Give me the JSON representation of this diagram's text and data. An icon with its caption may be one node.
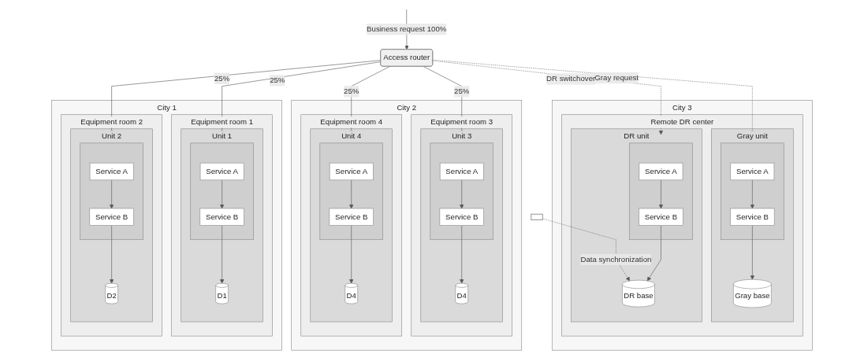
{
  "diagram": {
    "nodes": [
      {
        "text": [
          "Access router"
        ]
      },
      {
        "text": [
          "City 1"
        ]
      },
      {
        "text": [
          "Equipment room 1"
        ],
        "in": 1
      },
      {
        "text": [
          "Unit 1"
        ],
        "in": 2
      },
      {
        "text": [],
        "shape": "box",
        "in": 3
      },
      {
        "text": [
          "Service A"
        ],
        "in": 4
      },
      {
        "text": [
          "Service B"
        ],
        "in": 4
      },
      {
        "text": [
          "D1"
        ],
        "in": 3
      },
      {
        "text": [
          "Equipment room 2"
        ],
        "in": 1
      },
      {
        "text": [
          "Unit 2"
        ],
        "in": 8
      },
      {
        "text": [],
        "shape": "box",
        "in": 9
      },
      {
        "text": [
          "Service A"
        ],
        "in": 10
      },
      {
        "text": [
          "Service B"
        ],
        "in": 10
      },
      {
        "text": [
          "D2"
        ],
        "in": 9
      },
      {
        "text": [
          "City 2"
        ]
      },
      {
        "text": [
          "Equipment room 3"
        ],
        "in": 14
      },
      {
        "text": [
          "Unit 3"
        ],
        "in": 15
      },
      {
        "text": [],
        "shape": "box",
        "in": 16
      },
      {
        "text": [
          "Service A"
        ],
        "in": 17
      },
      {
        "text": [
          "Service B"
        ],
        "in": 17
      },
      {
        "text": [
          "D4"
        ],
        "in": 16
      },
      {
        "text": [
          "Equipment room 4"
        ],
        "in": 14
      },
      {
        "text": [
          "Unit 4"
        ],
        "in": 21
      },
      {
        "text": [],
        "shape": "box",
        "in": 22
      },
      {
        "text": [
          "Service A"
        ],
        "in": 23
      },
      {
        "text": [
          "Service B"
        ],
        "in": 23
      },
      {
        "text": [
          "D4"
        ],
        "in": 22
      },
      {
        "text": [
          "City 3"
        ]
      },
      {
        "text": [
          "Remote DR center"
        ],
        "in": 27
      },
      {
        "text": [
          "Gray unit"
        ],
        "in": 28
      },
      {
        "text": [],
        "shape": "box",
        "in": 29
      },
      {
        "text": [
          "Service A"
        ],
        "in": 30
      },
      {
        "text": [
          "Service B"
        ],
        "in": 30
      },
      {
        "text": [
          "Gray base"
        ],
        "in": 29
      },
      {
        "text": [
          "DR unit"
        ],
        "in": 28
      },
      {
        "text": [],
        "shape": "box",
        "in": 34
      },
      {
        "text": [
          "Service A"
        ],
        "in": 35
      },
      {
        "text": [
          "Service B"
        ],
        "in": 35
      },
      {
        "text": [
          "DR base"
        ],
        "in": 34
      },
      {
        "text": [],
        "shape": "box"
      }
    ],
    "edges": [
      {
        "from": null,
        "to": 0,
        "arrow": "to",
        "label": "Business request 100%"
      },
      {
        "from": 0,
        "to": 4,
        "arrow": "to",
        "label": "25%"
      },
      {
        "from": 0,
        "to": 10,
        "arrow": "to",
        "label": "25%"
      },
      {
        "from": 0,
        "to": 17,
        "arrow": "to",
        "label": "25%"
      },
      {
        "from": 0,
        "to": 23,
        "arrow": "to",
        "label": "25%"
      },
      {
        "from": 0,
        "to": 30,
        "arrow": "to",
        "label": "Gray request",
        "style": "dashed"
      },
      {
        "from": 0,
        "to": 35,
        "arrow": "to",
        "label": "DR switchover",
        "style": "dashed"
      },
      {
        "from": 5,
        "to": 6,
        "arrow": "to"
      },
      {
        "from": 6,
        "to": 7,
        "arrow": "to"
      },
      {
        "from": 11,
        "to": 12,
        "arrow": "to"
      },
      {
        "from": 12,
        "to": 13,
        "arrow": "to"
      },
      {
        "from": 18,
        "to": 19,
        "arrow": "to"
      },
      {
        "from": 19,
        "to": 20,
        "arrow": "to"
      },
      {
        "from": 24,
        "to": 25,
        "arrow": "to"
      },
      {
        "from": 25,
        "to": 26,
        "arrow": "to"
      },
      {
        "from": 31,
        "to": 32,
        "arrow": "to"
      },
      {
        "from": 32,
        "to": 33,
        "arrow": "to"
      },
      {
        "from": 36,
        "to": 37,
        "arrow": "to"
      },
      {
        "from": 37,
        "to": 38,
        "arrow": "to"
      },
      {
        "from": 39,
        "to": 38,
        "arrow": "to",
        "label": "Data synchronization",
        "style": "dashed"
      }
    ]
  }
}
